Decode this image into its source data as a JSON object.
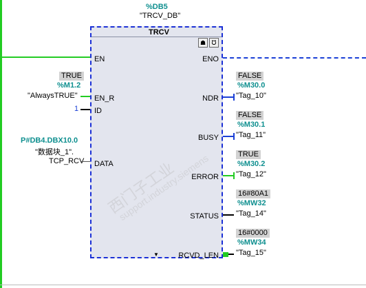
{
  "instance": {
    "address": "%DB5",
    "name": "\"TRCV_DB\""
  },
  "block": {
    "title": "TRCV",
    "dropdown_glyph": "▼"
  },
  "icons": [
    {
      "name": "mailbox-icon",
      "glyph": "☗"
    },
    {
      "name": "stethoscope-icon",
      "glyph": "℧"
    }
  ],
  "pins_left": {
    "en": "EN",
    "en_r": "EN_R",
    "id": "ID",
    "data": "DATA"
  },
  "pins_right": {
    "eno": "ENO",
    "ndr": "NDR",
    "busy": "BUSY",
    "error": "ERROR",
    "status": "STATUS",
    "rcvd_len": "RCVD_LEN"
  },
  "inputs": {
    "en_r": {
      "value": "TRUE",
      "address": "%M1.2",
      "tag": "\"AlwaysTRUE\""
    },
    "id": {
      "value": "1"
    },
    "data": {
      "address": "P#DB4.DBX10.0",
      "tag_line1": "\"数据块_1\".",
      "tag_line2": "TCP_RCV"
    }
  },
  "outputs": {
    "ndr": {
      "value": "FALSE",
      "address": "%M30.0",
      "tag": "\"Tag_10\""
    },
    "busy": {
      "value": "FALSE",
      "address": "%M30.1",
      "tag": "\"Tag_11\""
    },
    "error": {
      "value": "TRUE",
      "address": "%M30.2",
      "tag": "\"Tag_12\""
    },
    "status": {
      "value": "16#80A1",
      "address": "%MW32",
      "tag": "\"Tag_14\""
    },
    "rcvd_len": {
      "value": "16#0000",
      "address": "%MW34",
      "tag": "\"Tag_15\""
    }
  },
  "watermark": {
    "line1": "西门子工业",
    "line2": "support.industry.siemens"
  },
  "colors": {
    "powered": "#22cc22",
    "unpowered": "#1a3fd6",
    "address": "#0e8f8f",
    "frame": "#1a2fd6"
  }
}
